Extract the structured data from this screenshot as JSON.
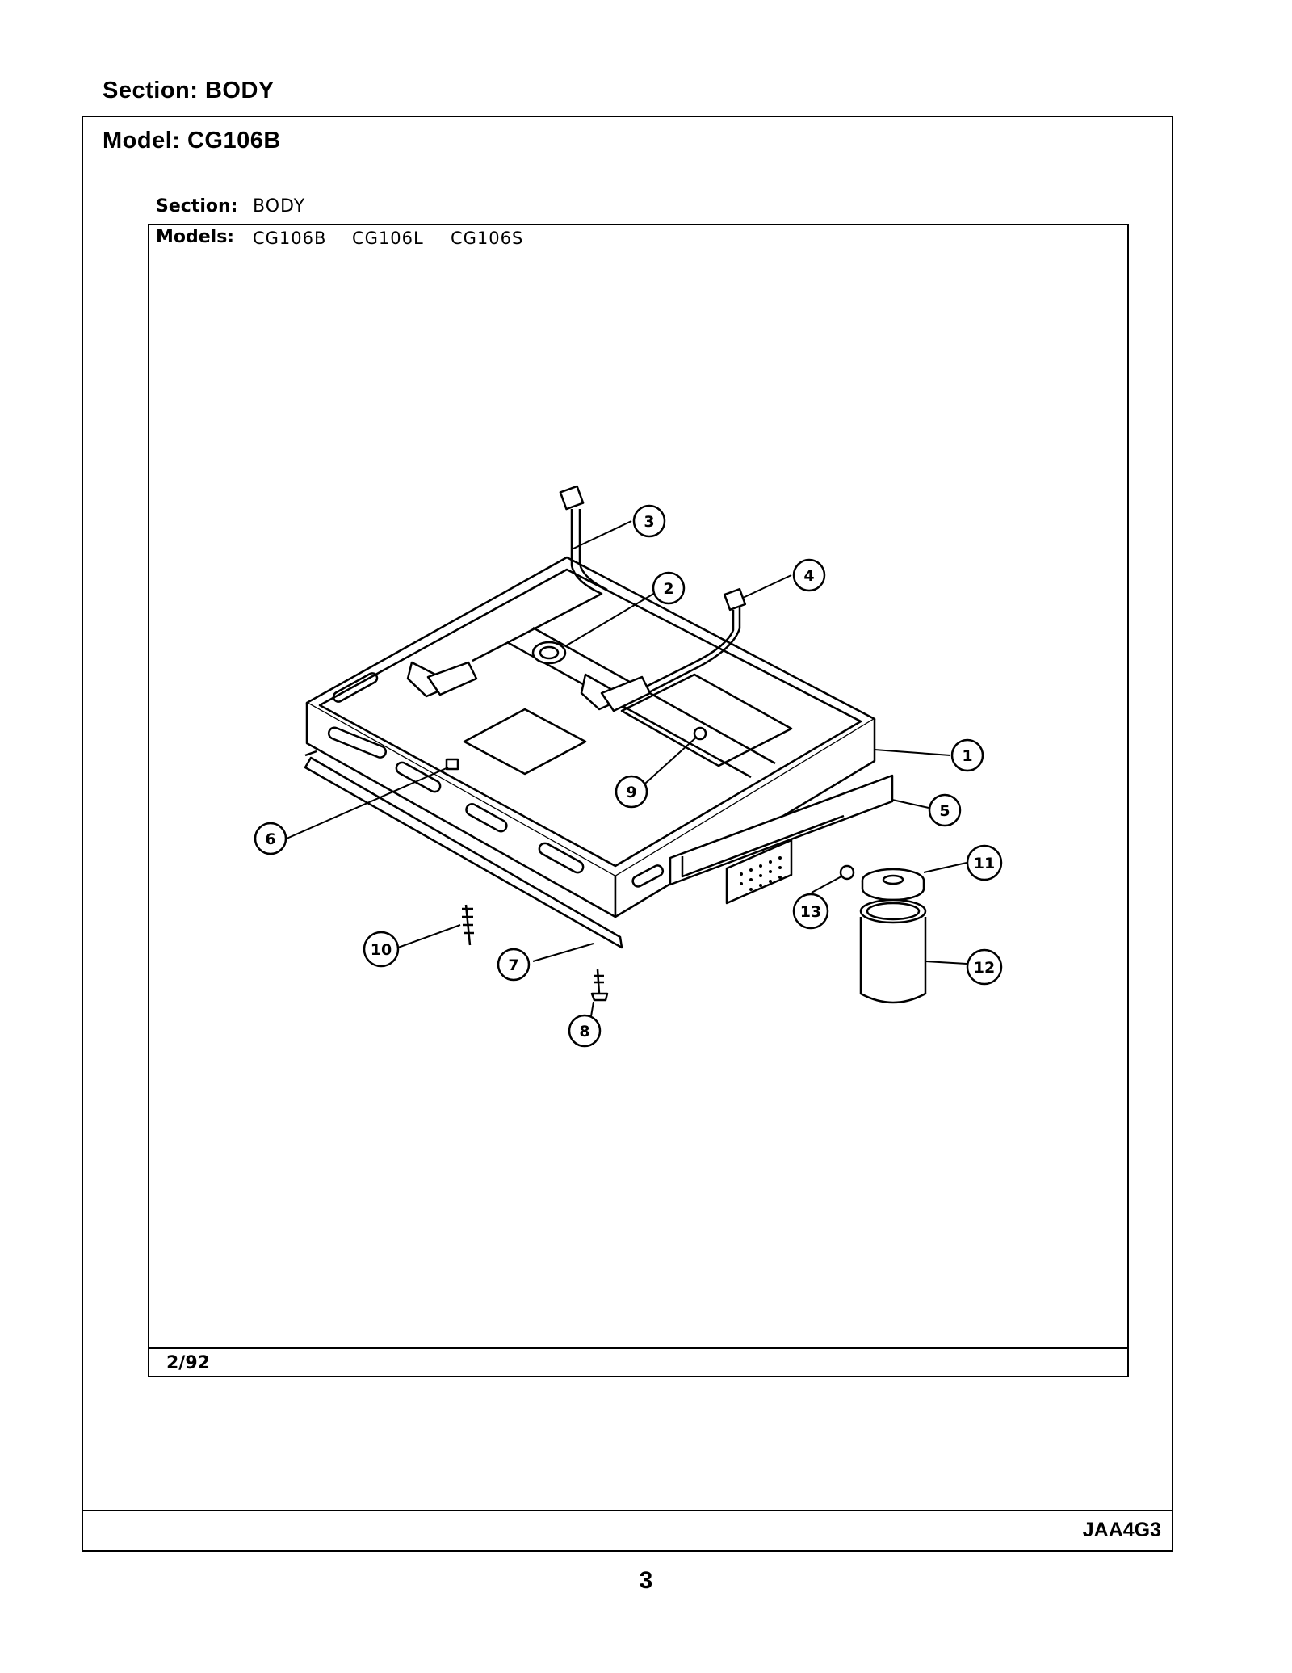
{
  "outer": {
    "section": "Section:  BODY",
    "model": "Model:  CG106B",
    "doc_code": "JAA4G3",
    "page_number": "3"
  },
  "inner": {
    "section_label": "Section:",
    "section_value": "BODY",
    "models_label": "Models:",
    "models": [
      "CG106B",
      "CG106L",
      "CG106S"
    ],
    "date_code": "2/92"
  },
  "callouts": [
    "1",
    "2",
    "3",
    "4",
    "5",
    "6",
    "7",
    "8",
    "9",
    "10",
    "11",
    "12",
    "13"
  ]
}
